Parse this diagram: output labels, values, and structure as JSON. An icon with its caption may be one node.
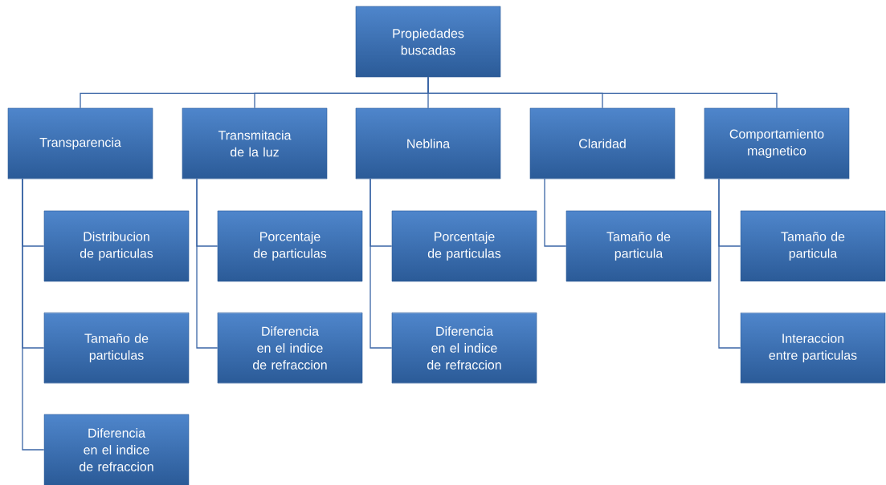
{
  "diagram": {
    "nodes": [
      {
        "text": [
          "Propiedades buscadas"
        ]
      },
      {
        "text": [
          "Transparencia"
        ]
      },
      {
        "text": [
          "Transmitacia de la luz"
        ]
      },
      {
        "text": [
          "Neblina"
        ]
      },
      {
        "text": [
          "Claridad"
        ]
      },
      {
        "text": [
          "Comportamiento magnetico"
        ]
      },
      {
        "text": [
          "Distribucion de particulas"
        ]
      },
      {
        "text": [
          "Tamaño de particulas"
        ]
      },
      {
        "text": [
          "Diferencia en el indice de refraccion"
        ]
      },
      {
        "text": [
          "Porcentaje de particulas"
        ]
      },
      {
        "text": [
          "Diferencia en el indice de refraccion"
        ]
      },
      {
        "text": [
          "Porcentaje de particulas"
        ]
      },
      {
        "text": [
          "Diferencia en el indice de refraccion"
        ]
      },
      {
        "text": [
          "Tamaño de particula"
        ]
      },
      {
        "text": [
          "Tamaño de particula"
        ]
      },
      {
        "text": [
          "Interaccion entre particulas"
        ]
      }
    ],
    "edges": [
      {
        "from": 0,
        "to": 1,
        "arrow": "none"
      },
      {
        "from": 0,
        "to": 2,
        "arrow": "none"
      },
      {
        "from": 0,
        "to": 3,
        "arrow": "none"
      },
      {
        "from": 0,
        "to": 4,
        "arrow": "none"
      },
      {
        "from": 0,
        "to": 5,
        "arrow": "none"
      },
      {
        "from": 1,
        "to": 6,
        "arrow": "none"
      },
      {
        "from": 1,
        "to": 7,
        "arrow": "none"
      },
      {
        "from": 1,
        "to": 8,
        "arrow": "none"
      },
      {
        "from": 2,
        "to": 9,
        "arrow": "none"
      },
      {
        "from": 2,
        "to": 10,
        "arrow": "none"
      },
      {
        "from": 3,
        "to": 11,
        "arrow": "none"
      },
      {
        "from": 3,
        "to": 12,
        "arrow": "none"
      },
      {
        "from": 4,
        "to": 13,
        "arrow": "none"
      },
      {
        "from": 5,
        "to": 14,
        "arrow": "none"
      },
      {
        "from": 5,
        "to": 15,
        "arrow": "none"
      }
    ]
  }
}
